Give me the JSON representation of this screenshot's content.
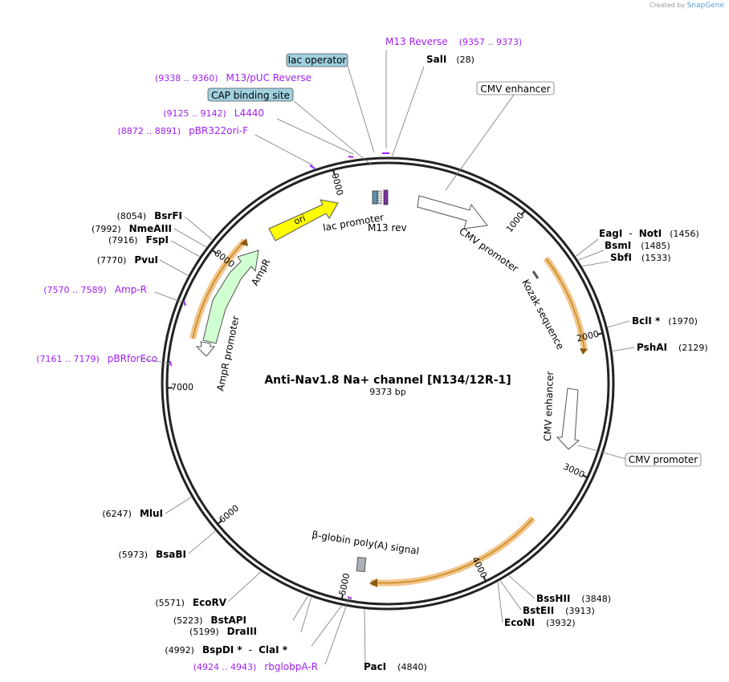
{
  "credit": {
    "prefix": "Created by",
    "brand": "SnapGene"
  },
  "plasmid": {
    "name": "Anti-Nav1.8 Na+ channel [N134/12R-1]",
    "size": "9373 bp",
    "length": 9373
  },
  "colors": {
    "primer": "#a020f0",
    "enzyme": "#000000",
    "ring": "#222222"
  },
  "ticks": [
    {
      "bp": 1000,
      "label": "1000"
    },
    {
      "bp": 2000,
      "label": "2000"
    },
    {
      "bp": 3000,
      "label": "3000"
    },
    {
      "bp": 4000,
      "label": "4000"
    },
    {
      "bp": 5000,
      "label": "5000"
    },
    {
      "bp": 6000,
      "label": "6000"
    },
    {
      "bp": 7000,
      "label": "7000"
    },
    {
      "bp": 8000,
      "label": "8000"
    },
    {
      "bp": 9000,
      "label": "9000"
    }
  ],
  "enzymes": [
    {
      "name": "SalI",
      "pos": "(28)"
    },
    {
      "name": "EagI",
      "name2": "NotI",
      "pos": "(1456)"
    },
    {
      "name": "BsmI",
      "pos": "(1485)"
    },
    {
      "name": "SbfI",
      "pos": "(1533)"
    },
    {
      "name": "BclI *",
      "pos": "(1970)"
    },
    {
      "name": "PshAI",
      "pos": "(2129)"
    },
    {
      "name": "BssHII",
      "pos": "(3848)"
    },
    {
      "name": "BstEII",
      "pos": "(3913)"
    },
    {
      "name": "EcoNI",
      "pos": "(3932)"
    },
    {
      "name": "PacI",
      "pos": "(4840)"
    },
    {
      "name": "BspDI *",
      "name2": "ClaI *",
      "pos": "(4992)"
    },
    {
      "name": "DraIII",
      "pos": "(5199)"
    },
    {
      "name": "BstAPI",
      "pos": "(5223)"
    },
    {
      "name": "EcoRV",
      "pos": "(5571)"
    },
    {
      "name": "BsaBI",
      "pos": "(5973)"
    },
    {
      "name": "MluI",
      "pos": "(6247)"
    },
    {
      "name": "PvuI",
      "pos": "(7770)"
    },
    {
      "name": "FspI",
      "pos": "(7916)"
    },
    {
      "name": "NmeAIII",
      "pos": "(7992)"
    },
    {
      "name": "BsrFI",
      "pos": "(8054)"
    }
  ],
  "primers": [
    {
      "name": "M13 Reverse",
      "range": "(9357 .. 9373)"
    },
    {
      "name": "M13/pUC Reverse",
      "range": "(9338 .. 9360)"
    },
    {
      "name": "L4440",
      "range": "(9125 .. 9142)"
    },
    {
      "name": "pBR322ori-F",
      "range": "(8872 .. 8891)"
    },
    {
      "name": "Amp-R",
      "range": "(7570 .. 7589)"
    },
    {
      "name": "pBRforEco",
      "range": "(7161 .. 7179)"
    },
    {
      "name": "rbglobpA-R",
      "range": "(4924 .. 4943)"
    }
  ],
  "boxed_features": [
    {
      "name": "lac operator"
    },
    {
      "name": "CAP binding site"
    },
    {
      "name": "CMV enhancer"
    },
    {
      "name": "CMV promoter"
    }
  ],
  "features": [
    {
      "name": "ori"
    },
    {
      "name": "lac promoter"
    },
    {
      "name": "M13 rev"
    },
    {
      "name": "CMV promoter"
    },
    {
      "name": "Kozak sequence"
    },
    {
      "name": "CMV enhancer"
    },
    {
      "name": "β-globin poly(A) signal"
    },
    {
      "name": "AmpR"
    },
    {
      "name": "AmpR promoter"
    }
  ]
}
